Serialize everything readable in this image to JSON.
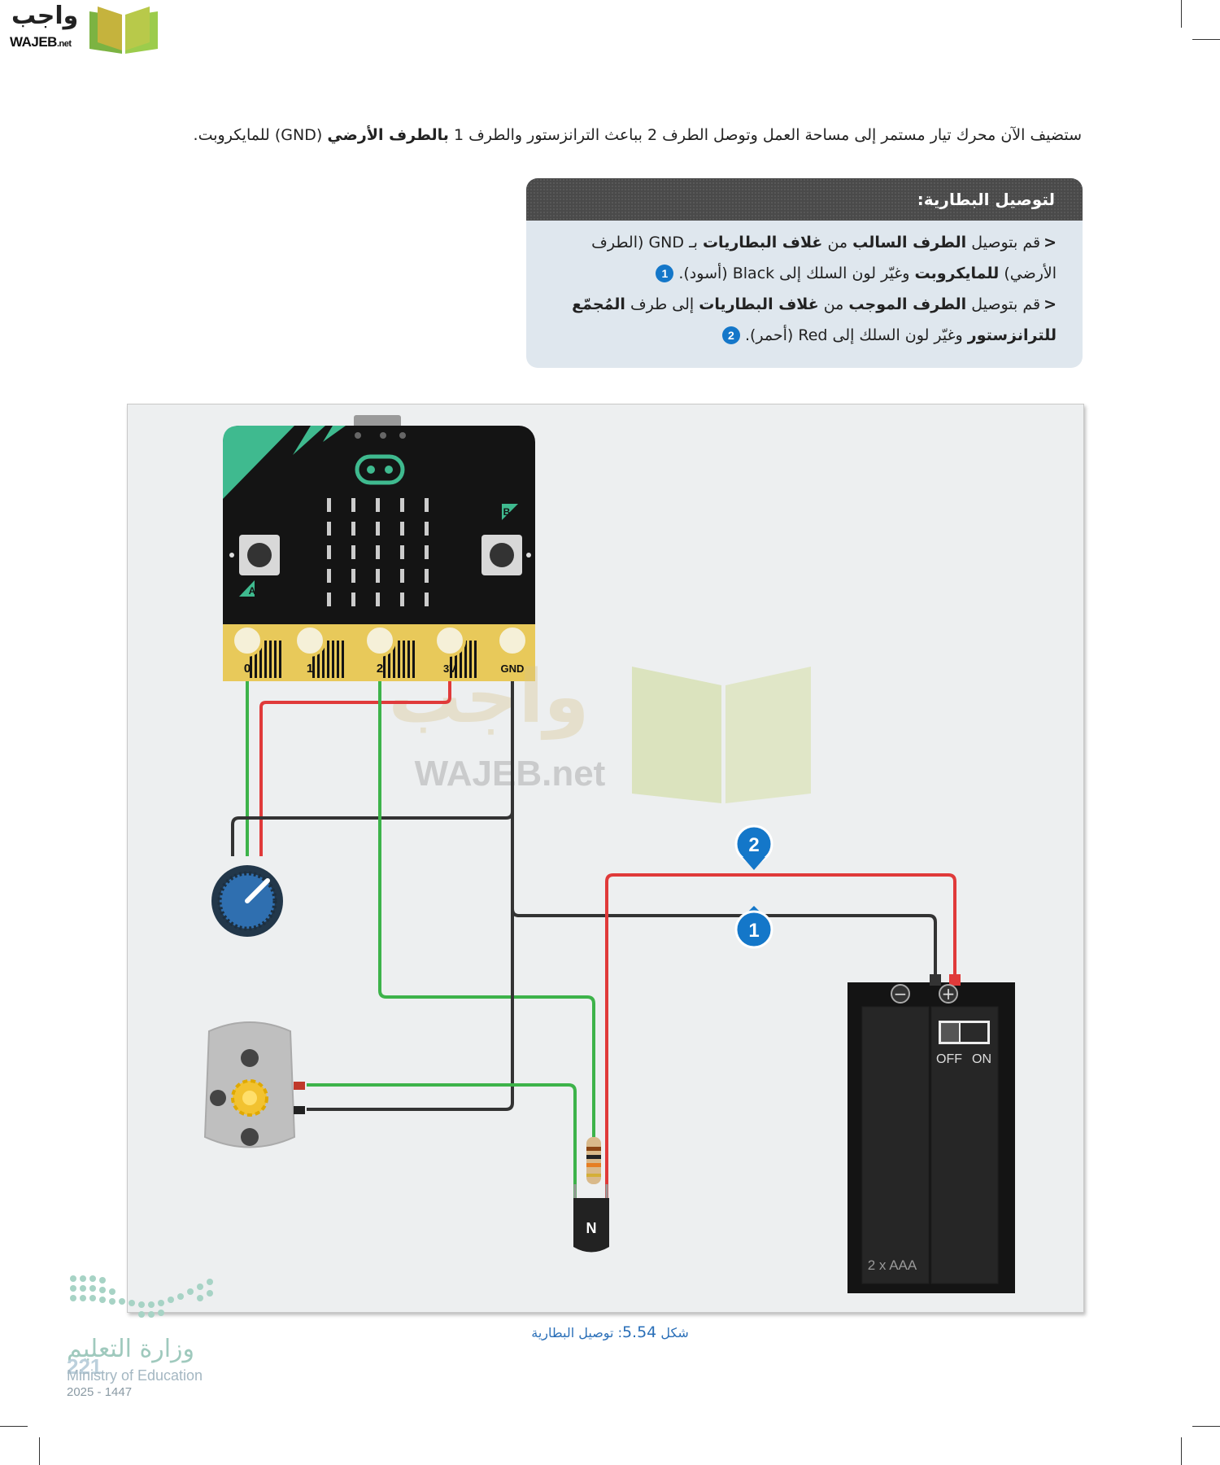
{
  "logo": {
    "arabic": "واجب",
    "latin_main": "WAJEB",
    "latin_suffix": ".net"
  },
  "intro": {
    "part1": "ستضيف الآن محرك تيار مستمر إلى مساحة العمل وتوصل الطرف 2 بباعث الترانزستور والطرف 1 ",
    "bold": "بالطرف الأرضي",
    "part2": " (GND) للمايكروبت."
  },
  "box": {
    "title": "لتوصيل البطارية:",
    "steps": [
      {
        "t1": "قم بتوصيل ",
        "b1": "الطرف السالب",
        "t2": " من ",
        "b2": "غلاف البطاريات",
        "t3": " بـ GND (الطرف الأرضي) ",
        "b3": "للمايكروبت",
        "t4": " وغيّر لون السلك إلى Black (أسود).",
        "badge": "1"
      },
      {
        "t1": "قم بتوصيل ",
        "b1": "الطرف الموجب",
        "t2": " من ",
        "b2": "غلاف البطاريات",
        "t3": " إلى طرف ",
        "b3": "المُجمّع للترانزستور",
        "t4": " وغيّر لون السلك إلى Red (أحمر).",
        "badge": "2"
      }
    ]
  },
  "figure": {
    "pins": [
      "0",
      "1",
      "2",
      "3V",
      "GND"
    ],
    "button_a": "A",
    "button_b": "B",
    "battery_switch_off": "OFF",
    "battery_switch_on": "ON",
    "battery_minus": "−",
    "battery_plus": "+",
    "battery_label": "2 x AAA",
    "transistor_label": "N",
    "marker_1": "1",
    "marker_2": "2",
    "watermark_ar": "واجب",
    "watermark_en": "WAJEB.net",
    "colors": {
      "wire_red": "#e03a3a",
      "wire_black": "#333333",
      "wire_green": "#3db34a",
      "marker_blue": "#1477c9",
      "microbit_body": "#141414",
      "microbit_accent": "#3fba8f",
      "pad_gold": "#e8c95a"
    }
  },
  "caption": {
    "prefix": "شكل ",
    "number": "5.54",
    "text": ": توصيل البطارية"
  },
  "footer": {
    "ministry_ar": "وزارة التعليم",
    "ministry_en": "Ministry of Education",
    "year": "2025 - 1447",
    "page": "221"
  }
}
